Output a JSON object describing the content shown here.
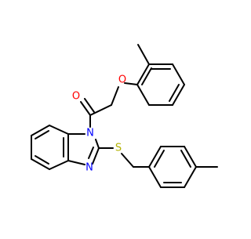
{
  "molecule": {
    "atom_labels": {
      "oxygen_carbonyl": "O",
      "oxygen_ether": "O",
      "nitrogen_1": "N",
      "nitrogen_3": "N",
      "sulfur": "S"
    },
    "colors": {
      "bond": "#000000",
      "oxygen": "#ff0000",
      "nitrogen": "#0000ff",
      "sulfur": "#b2b200",
      "background": "#ffffff"
    }
  }
}
